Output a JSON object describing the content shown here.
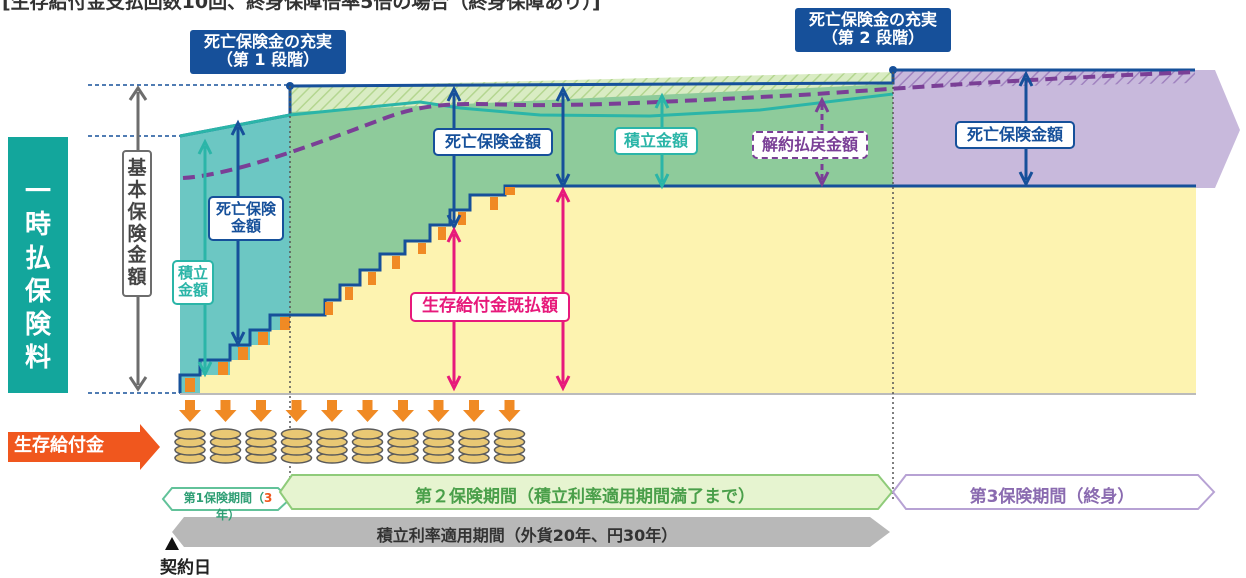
{
  "title": "[生存給付金支払回数10回、終身保障倍率5倍の場合（終身保障あり）]",
  "callouts": {
    "stage1": [
      "死亡保険金の充実",
      "（第 1 段階）"
    ],
    "stage2": [
      "死亡保険金の充実",
      "（第 2 段階）"
    ]
  },
  "labels": {
    "lump_sum_premium": "一時払保険料",
    "basic_sum_insured": "基本保険金額",
    "death_benefit_p1": [
      "死亡保険",
      "金額"
    ],
    "accumulation_p1": [
      "積立",
      "金額"
    ],
    "death_benefit_p2": "死亡保険金額",
    "accumulation_p2": "積立金額",
    "surrender_value": "解約払戻金額",
    "survival_paid": "生存給付金既払額",
    "death_benefit_p3": "死亡保険金額",
    "survival_benefit": "生存給付金",
    "contract_date": "契約日"
  },
  "periods": {
    "p1_prefix": "第1保険期間（",
    "p1_years": "3",
    "p1_suffix": "年）",
    "p2": "第２保険期間（積立利率適用期間満了まで）",
    "p3": "第3保険期間（終身）",
    "rate_period": "積立利率適用期間（外貨20年、円30年）"
  },
  "colors": {
    "navy": "#16509a",
    "teal": "#13a69c",
    "light_teal": "#6cc7c3",
    "green": "#8ecb9b",
    "yellow": "#fdf3b0",
    "lavender": "#c8b9dc",
    "pink": "#e7197b",
    "purple": "#7a3f96",
    "orange": "#f08a24",
    "gold": "#e9c874"
  },
  "survival_payment_count": 10
}
